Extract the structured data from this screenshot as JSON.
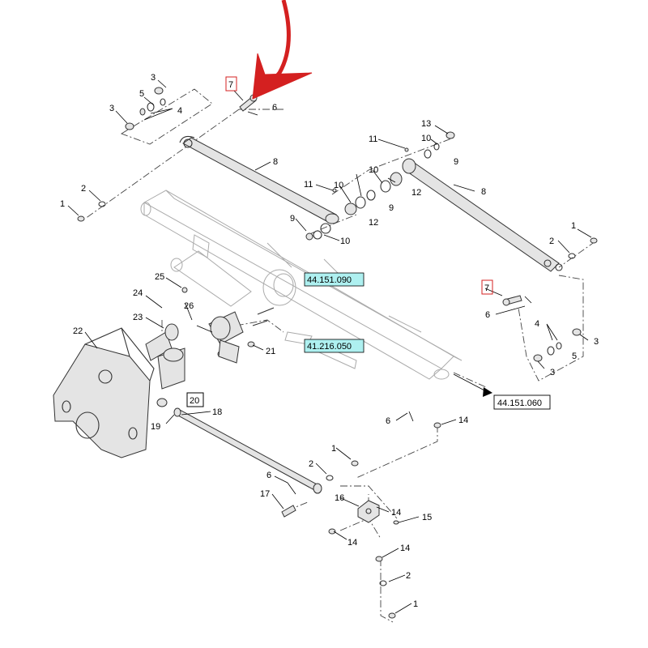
{
  "diagram": {
    "part_callouts": [
      {
        "id": "c3a",
        "text": "3"
      },
      {
        "id": "c5a",
        "text": "5"
      },
      {
        "id": "c3b",
        "text": "3"
      },
      {
        "id": "c4a",
        "text": "4"
      },
      {
        "id": "c7a",
        "text": "7"
      },
      {
        "id": "c6a",
        "text": "6"
      },
      {
        "id": "c2a",
        "text": "2"
      },
      {
        "id": "c1a",
        "text": "1"
      },
      {
        "id": "c8a",
        "text": "8"
      },
      {
        "id": "c13",
        "text": "13"
      },
      {
        "id": "c11a",
        "text": "11"
      },
      {
        "id": "c10a",
        "text": "10"
      },
      {
        "id": "c9a",
        "text": "9"
      },
      {
        "id": "c11b",
        "text": "11"
      },
      {
        "id": "c10b",
        "text": "10"
      },
      {
        "id": "c10c",
        "text": "10"
      },
      {
        "id": "c12a",
        "text": "12"
      },
      {
        "id": "c9b",
        "text": "9"
      },
      {
        "id": "c12b",
        "text": "12"
      },
      {
        "id": "c8b",
        "text": "8"
      },
      {
        "id": "c9c",
        "text": "9"
      },
      {
        "id": "c10d",
        "text": "10"
      },
      {
        "id": "c1b",
        "text": "1"
      },
      {
        "id": "c2b",
        "text": "2"
      },
      {
        "id": "c7b",
        "text": "7"
      },
      {
        "id": "c6b",
        "text": "6"
      },
      {
        "id": "c4b",
        "text": "4"
      },
      {
        "id": "c3c",
        "text": "3"
      },
      {
        "id": "c5b",
        "text": "5"
      },
      {
        "id": "c3d",
        "text": "3"
      },
      {
        "id": "c25",
        "text": "25"
      },
      {
        "id": "c24",
        "text": "24"
      },
      {
        "id": "c26",
        "text": "26"
      },
      {
        "id": "c23",
        "text": "23"
      },
      {
        "id": "c22",
        "text": "22"
      },
      {
        "id": "c21",
        "text": "21"
      },
      {
        "id": "c20",
        "text": "20"
      },
      {
        "id": "c18",
        "text": "18"
      },
      {
        "id": "c19",
        "text": "19"
      },
      {
        "id": "c6c",
        "text": "6"
      },
      {
        "id": "c14a",
        "text": "14"
      },
      {
        "id": "c1c",
        "text": "1"
      },
      {
        "id": "c2c",
        "text": "2"
      },
      {
        "id": "c6d",
        "text": "6"
      },
      {
        "id": "c17",
        "text": "17"
      },
      {
        "id": "c16",
        "text": "16"
      },
      {
        "id": "c14b",
        "text": "14"
      },
      {
        "id": "c15",
        "text": "15"
      },
      {
        "id": "c14c",
        "text": "14"
      },
      {
        "id": "c14d",
        "text": "14"
      },
      {
        "id": "c2d",
        "text": "2"
      },
      {
        "id": "c1d",
        "text": "1"
      }
    ],
    "references": [
      {
        "id": "r1",
        "text": "44.151.090",
        "highlight": "#aef0f0"
      },
      {
        "id": "r2",
        "text": "41.216.050",
        "highlight": "#aef0f0"
      },
      {
        "id": "r3",
        "text": "44.151.060",
        "highlight": ""
      }
    ],
    "colors": {
      "arrow": "#d42020",
      "highlight_box": "#d42020",
      "reference_fill": "#aef0f0"
    }
  }
}
